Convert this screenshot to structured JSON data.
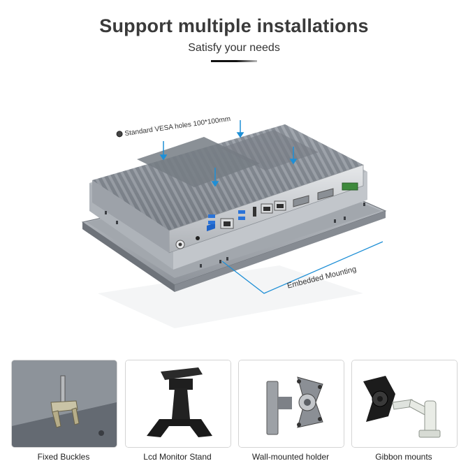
{
  "header": {
    "title": "Support multiple installations",
    "subtitle": "Satisfy your needs"
  },
  "product": {
    "vesa_callout": "Standard VESA holes 100*100mm",
    "embedded_callout": "Embedded Mounting",
    "accent_color": "#1e8fd6"
  },
  "mount_options": [
    {
      "label": "Fixed Buckles",
      "icon": "fixed-buckle-photo"
    },
    {
      "label": "Lcd Monitor Stand",
      "icon": "monitor-stand-photo"
    },
    {
      "label": "Wall-mounted holder",
      "icon": "wall-mount-photo"
    },
    {
      "label": "Gibbon mounts",
      "icon": "gibbon-arm-photo"
    }
  ]
}
